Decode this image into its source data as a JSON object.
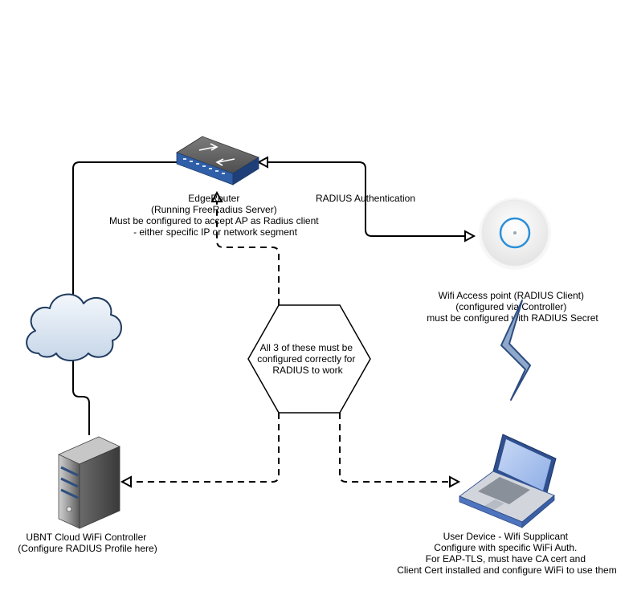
{
  "nodes": {
    "router": {
      "lines": [
        "EdgeRouter",
        "(Running FreeRadius Server)",
        "Must be configured to accept AP as Radius client",
        "- either specific IP or network segment"
      ]
    },
    "access_point": {
      "lines": [
        "Wifi Access point  (RADIUS Client)",
        "(configured via Controller)",
        "must be configured with RADIUS Secret"
      ]
    },
    "center_hexagon": {
      "lines": [
        "All 3 of these must be",
        "configured correctly for",
        "RADIUS to work"
      ]
    },
    "controller": {
      "lines": [
        "UBNT Cloud WiFi Controller",
        "(Configure RADIUS Profile here)"
      ]
    },
    "user_device": {
      "lines": [
        "User Device - Wifi Supplicant",
        "Configure with specific WiFi Auth.",
        "For EAP-TLS, must have CA cert and",
        "Client Cert installed and configure WiFi to use them"
      ]
    }
  },
  "edges": {
    "radius_auth_label": "RADIUS Authentication"
  },
  "icons": {
    "router": "network-switch-icon",
    "access_point": "wireless-access-point-icon",
    "cloud": "cloud-icon",
    "server": "server-tower-icon",
    "laptop": "laptop-icon",
    "wireless_link": "lightning-bolt-icon"
  },
  "colors": {
    "switch_blue": "#2f5fa8",
    "ap_ring": "#2b8fd9",
    "cloud_fill": "#dbe6f1",
    "server_gray": "#8a8a8a",
    "laptop_blue": "#6f94d4",
    "bolt_fill": "#8fa9cc"
  }
}
